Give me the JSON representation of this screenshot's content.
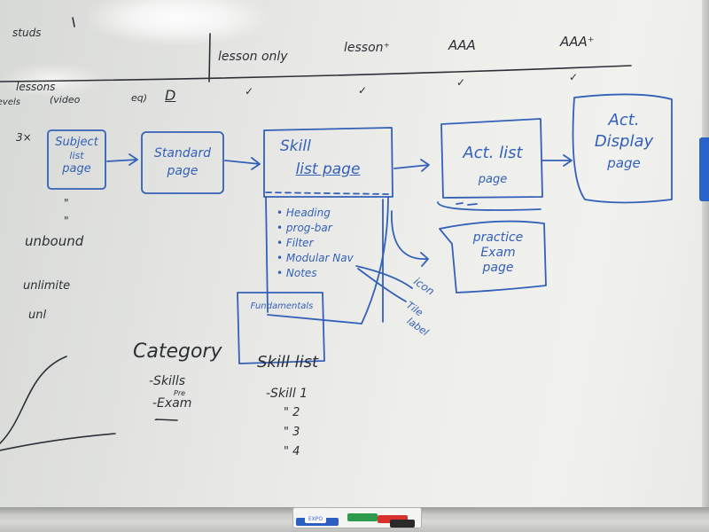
{
  "header": {
    "studs": "studs",
    "lessons": "lessons",
    "levels": "levels",
    "video": "(video",
    "eq": "eq)",
    "d": "D"
  },
  "columns": [
    {
      "label": "lesson only",
      "check": "✓"
    },
    {
      "label": "lesson⁺",
      "check": "✓"
    },
    {
      "label": "AAA",
      "check": "✓"
    },
    {
      "label": "AAA⁺",
      "check": "✓"
    }
  ],
  "left_notes": {
    "count": "3×",
    "ditto1": "\"",
    "ditto2": "\"",
    "unbound": "unbound",
    "unlimited": "unlimite",
    "unl": "unl"
  },
  "boxes": {
    "subject": {
      "line1": "Subject",
      "line2": "list",
      "line3": "page"
    },
    "standard": {
      "line1": "Standard",
      "line2": "page"
    },
    "skill": {
      "line1": "Skill",
      "line2": "list page"
    },
    "act_list": {
      "line1": "Act. list",
      "line2": "page"
    },
    "act_display": {
      "line1": "Act.",
      "line2": "Display",
      "line3": "page"
    },
    "practice": {
      "line1": "practice",
      "line2": "Exam",
      "line3": "page"
    },
    "fundamentals": {
      "line1": "Fundamentals"
    }
  },
  "skill_items": [
    "Heading",
    "prog-bar",
    "Filter",
    "Modular Nav",
    "Notes"
  ],
  "side_notes": {
    "icon": "icon",
    "tile": "Tile",
    "label": "label"
  },
  "category": {
    "title": "Category",
    "items": [
      "-Skills",
      "Pre",
      "-Exam",
      "- - -"
    ]
  },
  "skill_list": {
    "title": "Skill list",
    "items": [
      "-Skill 1",
      "\"  2",
      "\"  3",
      "\"  4"
    ]
  },
  "colors": {
    "ink_black": "#2c2f36",
    "ink_blue": "#3360b8",
    "board": "#ececea"
  },
  "tray": {
    "marker_label": "EXPO"
  }
}
